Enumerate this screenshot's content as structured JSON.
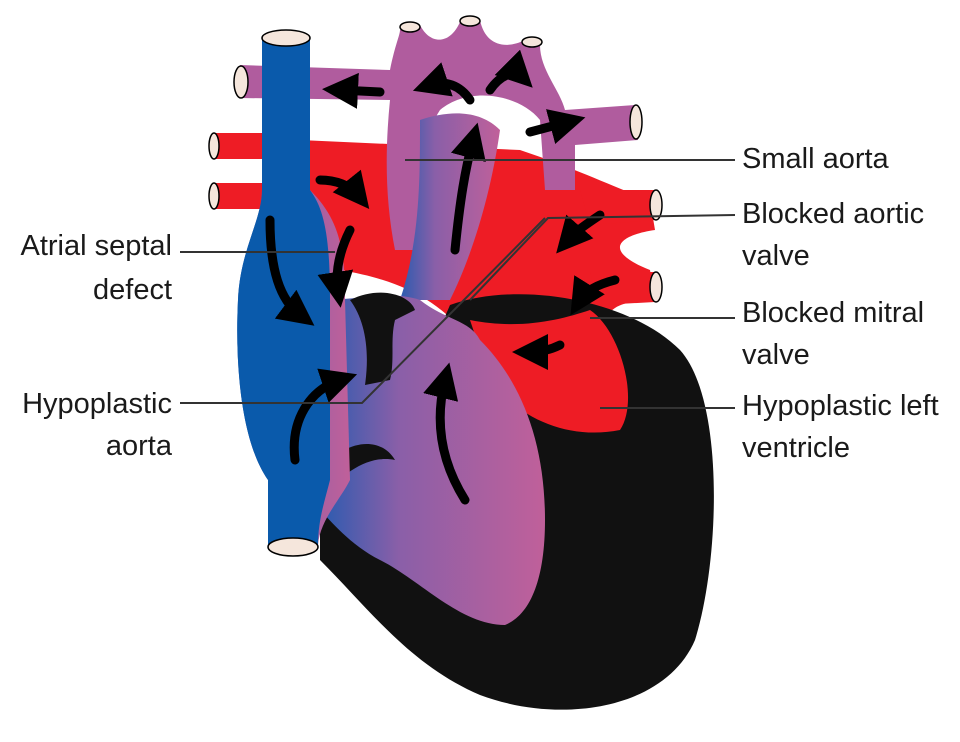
{
  "diagram": {
    "labels": {
      "small_aorta": "Small aorta",
      "blocked_aortic_valve_1": "Blocked aortic",
      "blocked_aortic_valve_2": "valve",
      "blocked_mitral_valve_1": "Blocked mitral",
      "blocked_mitral_valve_2": "valve",
      "hypoplastic_left_ventricle_1": "Hypoplastic left",
      "hypoplastic_left_ventricle_2": "ventricle",
      "atrial_septal_defect_1": "Atrial septal",
      "atrial_septal_defect_2": "defect",
      "hypoplastic_aorta_1": "Hypoplastic",
      "hypoplastic_aorta_2": "aorta"
    },
    "colors": {
      "deoxygenated": "#0a5aab",
      "oxygenated": "#ee1c25",
      "mixed": "#b05c9e",
      "ventricle": "#111111"
    }
  }
}
